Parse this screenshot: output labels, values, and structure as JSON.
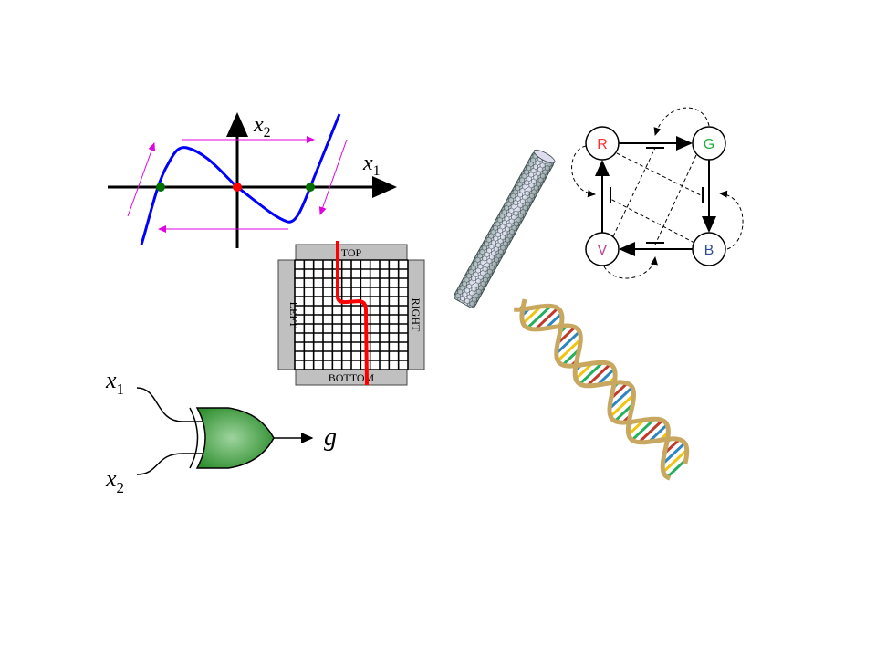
{
  "phase_plot": {
    "x_label": "x",
    "x_sub": "1",
    "y_label": "x",
    "y_sub": "2",
    "colors": {
      "curve": "#0000ff",
      "arrows": "#e000e0",
      "stable": "#007000",
      "unstable": "#ff0000"
    }
  },
  "grid": {
    "top": "TOP",
    "bottom": "BOTTOM",
    "left": "LEFT",
    "right": "RIGHT",
    "path_color": "#ff0000"
  },
  "network": {
    "nodes": [
      {
        "label": "R",
        "color": "#ff3030"
      },
      {
        "label": "G",
        "color": "#20b040"
      },
      {
        "label": "V",
        "color": "#c040a0"
      },
      {
        "label": "B",
        "color": "#305090"
      }
    ]
  },
  "gate": {
    "in1": "x",
    "in1_sub": "1",
    "in2": "x",
    "in2_sub": "2",
    "out": "g",
    "fill": "#2f8f2f"
  },
  "dna": {
    "rung_colors": [
      "#c0392b",
      "#2e86c1",
      "#f1c40f",
      "#27ae60"
    ],
    "backbone": "#c8a860"
  }
}
